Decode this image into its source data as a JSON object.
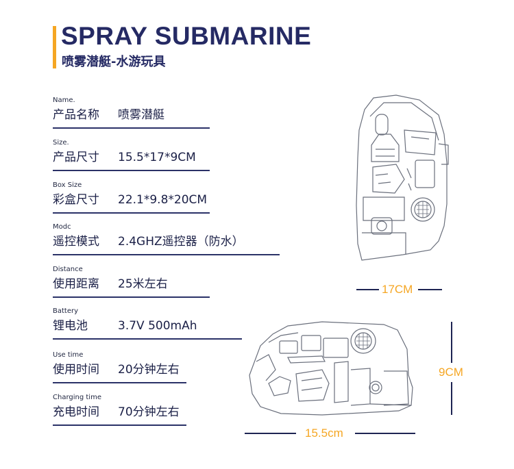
{
  "header": {
    "title": "SPRAY SUBMARINE",
    "subtitle": "喷雾潜艇-水游玩具"
  },
  "specs": [
    {
      "en": "Name.",
      "cn": "产品名称",
      "value": "喷雾潜艇"
    },
    {
      "en": "Size.",
      "cn": "产品尺寸",
      "value": "15.5*17*9CM"
    },
    {
      "en": "Box Size",
      "cn": "彩盒尺寸",
      "value": "22.1*9.8*20CM"
    },
    {
      "en": "Modc",
      "cn": "遥控模式",
      "value": "2.4GHZ遥控器（防水）"
    },
    {
      "en": "Distance",
      "cn": "使用距离",
      "value": "25米左右"
    },
    {
      "en": "Battery",
      "cn": "锂电池",
      "value": "3.7V 500mAh"
    },
    {
      "en": "Use time",
      "cn": "使用时间",
      "value": "20分钟左右"
    },
    {
      "en": "Charging time",
      "cn": "充电时间",
      "value": "70分钟左右"
    }
  ],
  "dimensions": {
    "width": "17CM",
    "height": "9CM",
    "length": "15.5cm"
  },
  "colors": {
    "accent": "#f5a623",
    "navy": "#252a64"
  }
}
